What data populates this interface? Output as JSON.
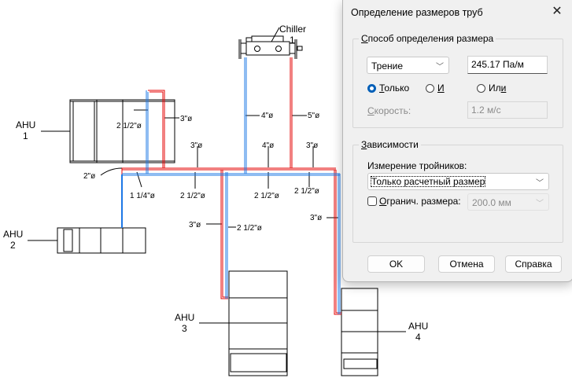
{
  "drawing": {
    "equipment": [
      {
        "id": "chiller-1",
        "line1": "Chiller",
        "line2": "1"
      },
      {
        "id": "ahu-1",
        "line1": "AHU",
        "line2": "1"
      },
      {
        "id": "ahu-2",
        "line1": "AHU",
        "line2": "2"
      },
      {
        "id": "ahu-3",
        "line1": "AHU",
        "line2": "3"
      },
      {
        "id": "ahu-4",
        "line1": "AHU",
        "line2": "4"
      }
    ],
    "pipe_labels": {
      "ahu1_supply": "2 1/2\"ø",
      "ahu1_return": "3\"ø",
      "chiller_supply": "4\"ø",
      "chiller_return": "5\"ø",
      "main_return_1": "3\"ø",
      "main_return_2": "4\"ø",
      "main_return_3": "3\"ø",
      "branch_2": "2\"ø",
      "branch_1_14": "1 1/4\"ø",
      "main_supply_1": "2 1/2\"ø",
      "main_supply_2": "2 1/2\"ø",
      "main_supply_3": "2 1/2\"ø",
      "ahu3_return": "3\"ø",
      "ahu3_supply": "2 1/2\"ø",
      "ahu4_return": "3\"ø"
    },
    "colors": {
      "supply": "#1e78e6",
      "return": "#e60000"
    }
  },
  "dialog": {
    "title": "Определение размеров труб",
    "close_icon": "close-icon",
    "sizing_group": {
      "legend": "Способ определения размера",
      "legend_underline": "С",
      "legend_rest": "пособ определения размера",
      "method_value": "Трение",
      "friction_value": "245.17 Па/м",
      "radios": [
        {
          "key": "only",
          "underline": "Т",
          "rest": "олько",
          "selected": true
        },
        {
          "key": "and",
          "underline": "И",
          "rest": "",
          "selected": false
        },
        {
          "key": "or",
          "pre": "Ил",
          "underline": "и",
          "rest": "",
          "selected": false
        }
      ],
      "velocity_label_underline": "С",
      "velocity_label_rest": "корость:",
      "velocity_value": "1.2 м/с"
    },
    "constraints_group": {
      "legend_underline": "З",
      "legend_rest": "ависимости",
      "tee_label": "Измерение тройников:",
      "tee_value": "Только расчетный размер",
      "limit_checkbox_underline": "О",
      "limit_checkbox_rest": "гранич. размера:",
      "limit_checked": false,
      "limit_value": "200.0 мм"
    },
    "buttons": {
      "ok": "OK",
      "cancel": "Отмена",
      "help": "Справка"
    }
  }
}
